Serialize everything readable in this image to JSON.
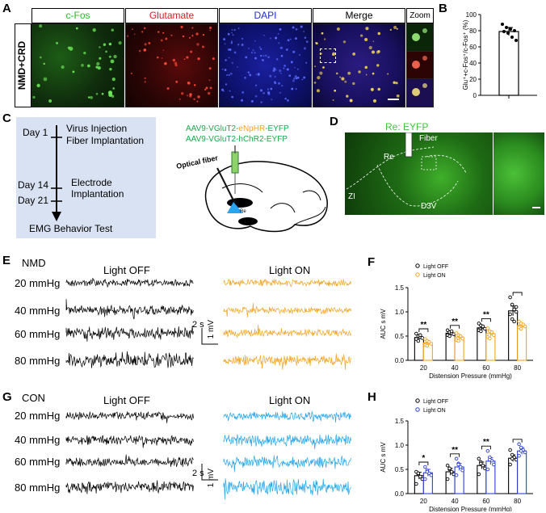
{
  "panelA": {
    "label": "A",
    "headers": [
      "c-Fos",
      "Glutamate",
      "DAPI",
      "Merge",
      "Zoom"
    ],
    "header_colors": [
      "#28b828",
      "#d21f1f",
      "#1f2fd0",
      "#000000",
      "#000000"
    ],
    "row_label": "NMD+CRD"
  },
  "panelB": {
    "label": "B",
    "ylabel": "Glu⁺+c-Fos⁺/c-Fos⁺ (%)",
    "ticks": [
      "0",
      "20",
      "40",
      "60",
      "80",
      "100"
    ]
  },
  "panelC": {
    "label": "C",
    "timeline": [
      {
        "day": "Day 1",
        "event1": "Virus Injection",
        "event2": "Fiber Implantation"
      },
      {
        "day": "Day 14",
        "event1": "Electrode",
        "event2": "Implantation"
      },
      {
        "day": "Day 21",
        "event1": "",
        "event2": ""
      }
    ],
    "final": "EMG Behavior Test",
    "virus1_prefix": "AAV9-VGluT2-",
    "virus1_opsin": "eNpHR",
    "virus1_suffix": "-EYFP",
    "virus2": "AAV9-VGluT2-hChR2-EYFP",
    "fiber_label": "Optical fiber",
    "re_label": "Re"
  },
  "panelD": {
    "label": "D",
    "title": "Re: EYFP",
    "fiber": "Fiber",
    "re": "Re",
    "zi": "ZI",
    "d3v": "D3V"
  },
  "panelE": {
    "label": "E",
    "group": "NMD",
    "off": "Light OFF",
    "on": "Light ON",
    "pressures": [
      "20 mmHg",
      "40 mmHg",
      "60 mmHg",
      "80 mmHg"
    ],
    "scale_time": "2 s",
    "scale_volt": "1 mV",
    "on_color": "#f0a521"
  },
  "panelF": {
    "label": "F",
    "legend_off": "Light OFF",
    "legend_on": "Light ON",
    "ylabel": "AUC s mV",
    "xlabel": "Distension Pressure (mmHg)",
    "sig": [
      "**",
      "**",
      "**"
    ]
  },
  "panelG": {
    "label": "G",
    "group": "CON",
    "off": "Light OFF",
    "on": "Light ON",
    "pressures": [
      "20 mmHg",
      "40 mmHg",
      "60 mmHg",
      "80 mmHg"
    ],
    "scale_time": "2 s",
    "scale_volt": "1 mV",
    "on_color": "#22a5e8"
  },
  "panelH": {
    "label": "H",
    "legend_off": "Light OFF",
    "legend_on": "Light ON",
    "ylabel": "AUC s mV",
    "xlabel": "Distension Pressure (mmHg)",
    "sig": [
      "*",
      "**",
      "**"
    ]
  },
  "chart_data": [
    {
      "type": "bar",
      "panel": "B",
      "categories": [
        ""
      ],
      "values": [
        79
      ],
      "error": [
        5
      ],
      "points": [
        88,
        84,
        82,
        80,
        79,
        77,
        72,
        68
      ],
      "ylabel": "Glu⁺+c-Fos⁺/c-Fos⁺ (%)",
      "ylim": [
        0,
        100
      ],
      "yticks": [
        0,
        20,
        40,
        60,
        80,
        100
      ]
    },
    {
      "type": "bar",
      "panel": "F",
      "categories": [
        "20",
        "40",
        "60",
        "80"
      ],
      "xlabel": "Distension Pressure (mmHg)",
      "ylabel": "AUC s mV",
      "ylim": [
        0,
        1.5
      ],
      "yticks": [
        0.0,
        0.5,
        1.0,
        1.5
      ],
      "series": [
        {
          "name": "Light OFF",
          "color": "#000000",
          "values": [
            0.47,
            0.56,
            0.67,
            1.02
          ],
          "error": [
            0.05,
            0.05,
            0.05,
            0.1
          ],
          "points": [
            [
              0.55,
              0.5,
              0.48,
              0.46,
              0.44,
              0.4,
              0.52
            ],
            [
              0.62,
              0.58,
              0.56,
              0.54,
              0.52,
              0.5,
              0.6
            ],
            [
              0.76,
              0.72,
              0.68,
              0.65,
              0.62,
              0.6,
              0.7
            ],
            [
              1.3,
              1.15,
              1.05,
              1.0,
              0.95,
              0.85,
              0.8,
              1.1
            ]
          ]
        },
        {
          "name": "Light ON",
          "color": "#f0a521",
          "values": [
            0.36,
            0.48,
            0.55,
            0.72
          ],
          "error": [
            0.04,
            0.04,
            0.06,
            0.04
          ],
          "points": [
            [
              0.44,
              0.4,
              0.36,
              0.34,
              0.32,
              0.3,
              0.38
            ],
            [
              0.56,
              0.52,
              0.48,
              0.45,
              0.42,
              0.4,
              0.5
            ],
            [
              0.66,
              0.6,
              0.56,
              0.52,
              0.48,
              0.45,
              0.58
            ],
            [
              0.8,
              0.76,
              0.72,
              0.7,
              0.68,
              0.65,
              0.74
            ]
          ]
        }
      ],
      "significance": [
        "**",
        "**",
        "**"
      ]
    },
    {
      "type": "bar",
      "panel": "H",
      "categories": [
        "20",
        "40",
        "60",
        "80"
      ],
      "xlabel": "Distension Pressure (mmHg)",
      "ylabel": "AUC s mV",
      "ylim": [
        0,
        1.5
      ],
      "yticks": [
        0.0,
        0.5,
        1.0,
        1.5
      ],
      "series": [
        {
          "name": "Light OFF",
          "color": "#000000",
          "values": [
            0.37,
            0.45,
            0.58,
            0.73
          ],
          "error": [
            0.07,
            0.07,
            0.07,
            0.07
          ],
          "points": [
            [
              0.45,
              0.4,
              0.35,
              0.3,
              0.2,
              0.42
            ],
            [
              0.58,
              0.5,
              0.45,
              0.4,
              0.3,
              0.52
            ],
            [
              0.72,
              0.65,
              0.58,
              0.52,
              0.4,
              0.62
            ],
            [
              0.9,
              0.8,
              0.75,
              0.7,
              0.6,
              0.72
            ]
          ]
        },
        {
          "name": "Light ON",
          "color": "#2a3fd0",
          "values": [
            0.43,
            0.55,
            0.67,
            0.88
          ],
          "error": [
            0.07,
            0.07,
            0.07,
            0.07
          ],
          "points": [
            [
              0.55,
              0.48,
              0.42,
              0.38,
              0.3,
              0.45
            ],
            [
              0.72,
              0.62,
              0.55,
              0.48,
              0.38,
              0.6
            ],
            [
              0.88,
              0.75,
              0.68,
              0.6,
              0.5,
              0.7
            ],
            [
              1.02,
              0.95,
              0.9,
              0.85,
              0.78,
              0.88
            ]
          ]
        }
      ],
      "significance": [
        "*",
        "**",
        "**"
      ]
    }
  ]
}
